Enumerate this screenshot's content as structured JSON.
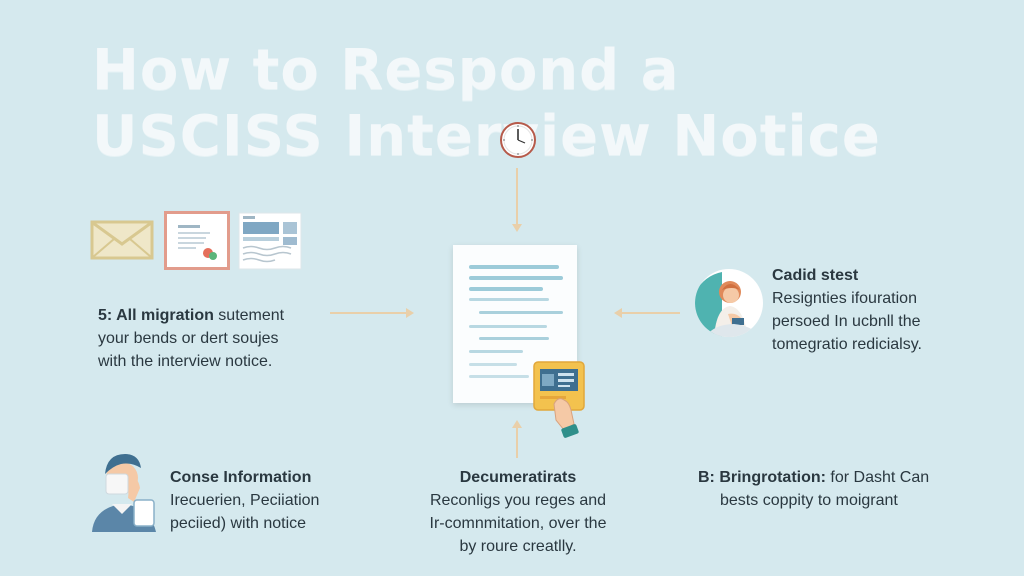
{
  "title": {
    "line1": "How to Respond a",
    "line2": "USCISS Interview Notice"
  },
  "colors": {
    "background": "#d5e9ee",
    "title": "#f3f8fa",
    "connector": "#e9cfa9",
    "accent_teal": "#4fb3b0",
    "accent_orange": "#e08a5a",
    "accent_yellow": "#f3c24e"
  },
  "icons": {
    "envelope": "envelope-icon",
    "letter": "letter-icon",
    "form": "form-icon",
    "clock": "clock-icon",
    "document": "document-icon",
    "id_card": "id-card-icon",
    "woman": "woman-avatar-icon",
    "man": "man-on-phone-icon"
  },
  "left_step": {
    "heading": "5: All migration",
    "line1_rest": " sutement",
    "line2": "your bends or dert soujes",
    "line3": "with the interview notice."
  },
  "right_step": {
    "heading": "Cadid stest",
    "line1": "Resignties ifouration",
    "line2": "persoed In ucbnll the",
    "line3": "tomegratio redicialsy."
  },
  "bottom_left": {
    "heading": "Conse Information",
    "line1": "Irecuerien, Peciiation",
    "line2": "peciied) with notice"
  },
  "bottom_center": {
    "heading": "Decumeratirats",
    "line1": "Reconligs you reges and",
    "line2": "Ir-comnmitation, over the",
    "line3": "by roure creatlly."
  },
  "bottom_right": {
    "heading": "B: Bringrotation:",
    "heading_rest": " for Dasht Can",
    "line2": "bests coppity to moigrant"
  }
}
